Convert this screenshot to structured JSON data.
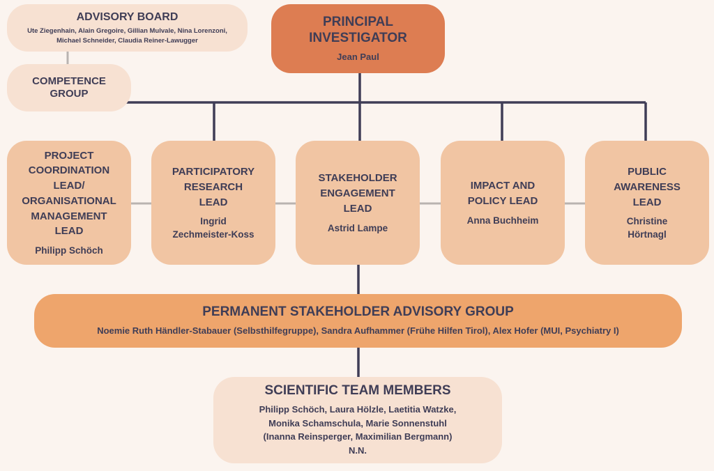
{
  "advisory_board": {
    "title": "ADVISORY BOARD",
    "members": "Ute Ziegenhain, Alain Gregoire, Gillian Mulvale, Nina Lorenzoni,\nMichael Schneider, Claudia Reiner-Lawugger"
  },
  "competence_group": {
    "title": "COMPETENCE\nGROUP"
  },
  "principal_investigator": {
    "title": "PRINCIPAL\nINVESTIGATOR",
    "name": "Jean Paul"
  },
  "leads": [
    {
      "title": "PROJECT\nCOORDINATION\nLEAD/\nORGANISATIONAL\nMANAGEMENT\nLEAD",
      "name": "Philipp Schöch"
    },
    {
      "title": "PARTICIPATORY\nRESEARCH\nLEAD",
      "name": "Ingrid\nZechmeister-Koss"
    },
    {
      "title": "STAKEHOLDER\nENGAGEMENT\nLEAD",
      "name": "Astrid Lampe"
    },
    {
      "title": "IMPACT AND\nPOLICY LEAD",
      "name": "Anna Buchheim"
    },
    {
      "title": "PUBLIC\nAWARENESS\nLEAD",
      "name": "Christine\nHörtnagl"
    }
  ],
  "permanent_stakeholder_advisory_group": {
    "title": "PERMANENT STAKEHOLDER ADVISORY GROUP",
    "members": "Noemie Ruth Händler-Stabauer (Selbsthilfegruppe), Sandra Aufhammer (Frühe Hilfen Tirol), Alex Hofer (MUI, Psychiatry I)"
  },
  "scientific_team": {
    "title": "SCIENTIFIC TEAM MEMBERS",
    "members": "Philipp Schöch, Laura Hölzle, Laetitia Watzke,\nMonika Schamschula, Marie Sonnenstuhl\n(Inanna Reinsperger, Maximilian Bergmann)\nN.N."
  },
  "colors": {
    "background": "#fbf4ef",
    "connector": "#3f3d56",
    "peer_link": "#b9b3b0",
    "principal": "#dd7d52",
    "leads": "#f1c5a3",
    "advisory_group": "#eea56c",
    "pale_boxes": "#f7e1d2"
  }
}
